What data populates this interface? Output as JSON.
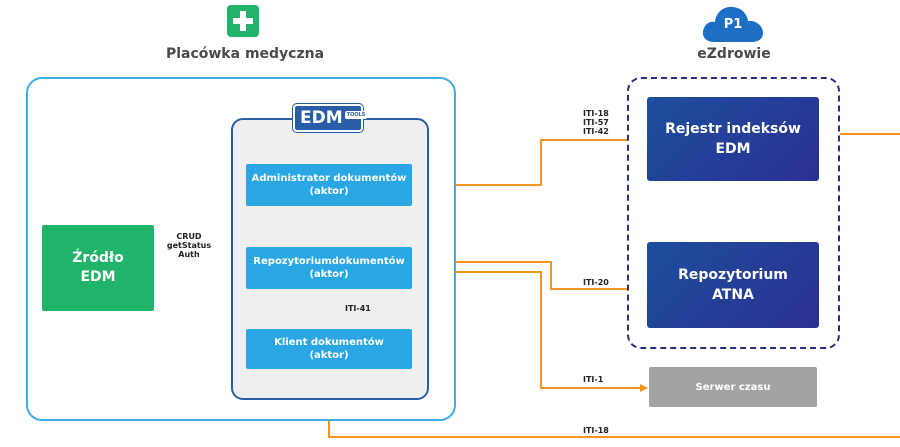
{
  "left_group": {
    "title": "Placówka medyczna"
  },
  "right_group": {
    "title": "eZdrowie",
    "cloud_label": "P1"
  },
  "tools_logo": {
    "main": "EDM",
    "sub": "TOOLS"
  },
  "nodes": {
    "zrodlo": [
      "Źródło",
      "EDM"
    ],
    "admin": [
      "Administrator dokumentów",
      "(aktor)"
    ],
    "repo": [
      "Repozytoriumdokumentów",
      "(aktor)"
    ],
    "klient": [
      "Klient dokumentów",
      "(aktor)"
    ],
    "rejestr": [
      "Rejestr indeksów",
      "EDM"
    ],
    "atna": [
      "Repozytorium",
      "ATNA"
    ],
    "serwer": "Serwer czasu"
  },
  "labels": {
    "crud": [
      "CRUD",
      "getStatus",
      "Auth"
    ],
    "iti41": "ITI-41",
    "iti_rejestr": [
      "ITI-18",
      "ITI-57",
      "ITI-42"
    ],
    "iti20": "ITI-20",
    "iti1": "ITI-1",
    "iti18_bottom": "ITI-18"
  },
  "colors": {
    "orange": "#f7941d",
    "gray_arrow": "#9b9b9b"
  }
}
